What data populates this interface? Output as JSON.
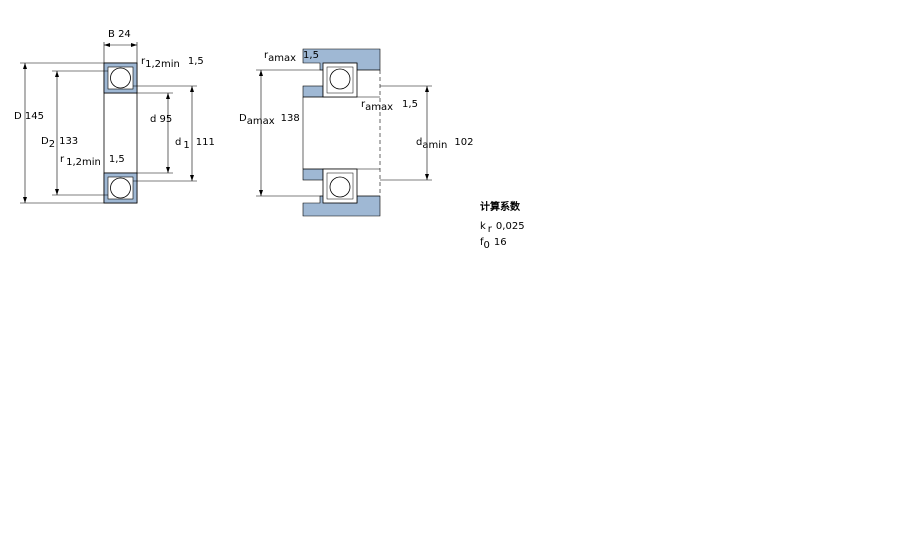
{
  "bearing_view": {
    "B": {
      "symbol": "B",
      "value": "24"
    },
    "D": {
      "symbol": "D",
      "value": "145"
    },
    "D2": {
      "symbol": "D",
      "sub": "2",
      "value": "133"
    },
    "d": {
      "symbol": "d",
      "value": "95"
    },
    "d1": {
      "symbol": "d",
      "sub": "1",
      "value": "111"
    },
    "r12_top": {
      "symbol": "r",
      "sub": "1,2min",
      "value": "1,5"
    },
    "r12_side": {
      "symbol": "r",
      "sub": "1,2min",
      "value": "1,5"
    }
  },
  "mounting_view": {
    "ramax_top": {
      "symbol": "r",
      "sub": "amax",
      "value": "1,5"
    },
    "ramax_right": {
      "symbol": "r",
      "sub": "amax",
      "value": "1,5"
    },
    "Damax": {
      "symbol": "D",
      "sub": "amax",
      "value": "138"
    },
    "damin": {
      "symbol": "d",
      "sub": "amin",
      "value": "102"
    }
  },
  "calc_factors": {
    "title": "计算系数",
    "kr": {
      "symbol": "k",
      "sub": "r",
      "value": "0,025"
    },
    "f0": {
      "symbol": "f",
      "sub": "0",
      "value": "16"
    }
  },
  "colors": {
    "section_fill": "#9fb8d4",
    "outline": "#000000",
    "ball_fill": "#ffffff"
  }
}
